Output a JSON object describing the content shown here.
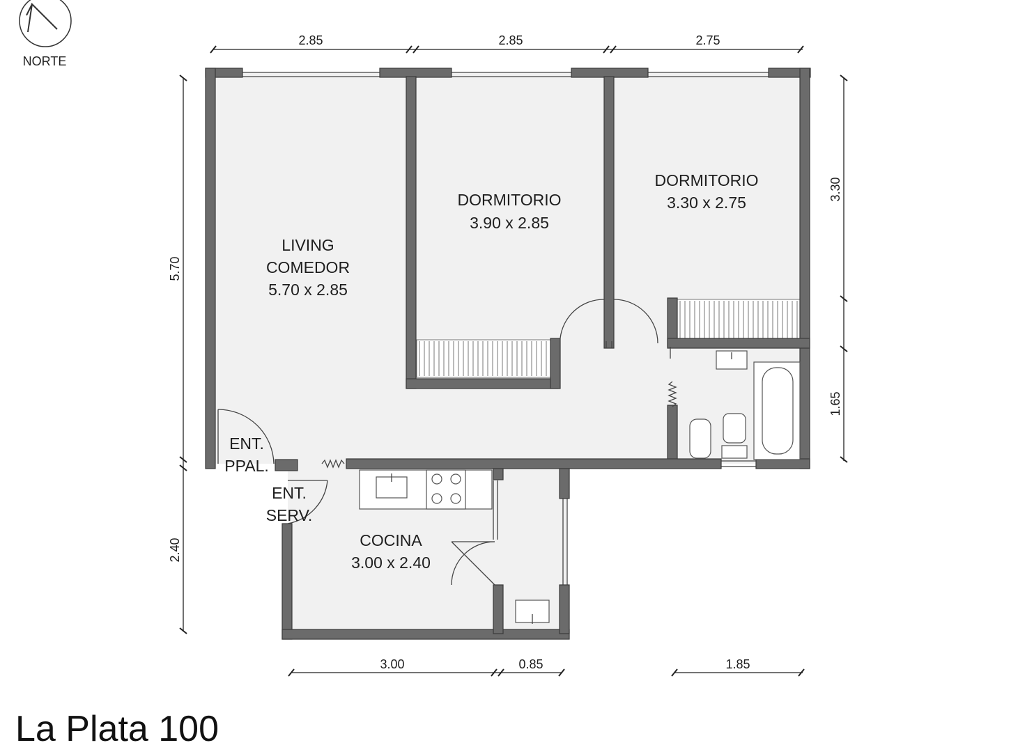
{
  "compass": {
    "label": "NORTE"
  },
  "rooms": {
    "living": {
      "line1": "LIVING",
      "line2": "COMEDOR",
      "size": "5.70 x 2.85"
    },
    "dormitorio1": {
      "name": "DORMITORIO",
      "size": "3.90 x 2.85"
    },
    "dormitorio2": {
      "name": "DORMITORIO",
      "size": "3.30 x 2.75"
    },
    "cocina": {
      "name": "COCINA",
      "size": "3.00 x 2.40"
    }
  },
  "entrances": {
    "principal": {
      "line1": "ENT.",
      "line2": "PPAL."
    },
    "servicio": {
      "line1": "ENT.",
      "line2": "SERV."
    }
  },
  "dimensions": {
    "top": [
      "2.85",
      "2.85",
      "2.75"
    ],
    "bottom": [
      "3.00",
      "0.85",
      "1.85"
    ],
    "left": [
      "5.70",
      "2.40"
    ],
    "right": [
      "3.30",
      "1.65"
    ]
  },
  "title": "La Plata 100"
}
